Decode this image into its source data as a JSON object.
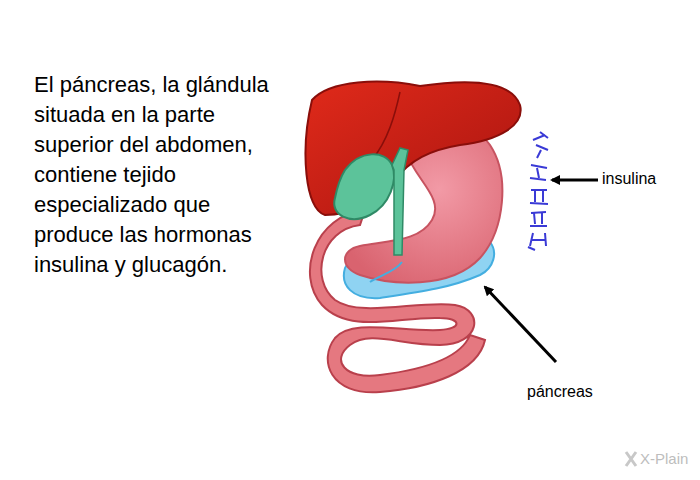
{
  "diagram": {
    "labels": [
      "El páncreas, la glándula situada en la parte superior del abdomen, contiene tejido especializado que produce las hormonas insulina y glucagón.",
      "insulina",
      "páncreas",
      "X-Plain"
    ]
  }
}
